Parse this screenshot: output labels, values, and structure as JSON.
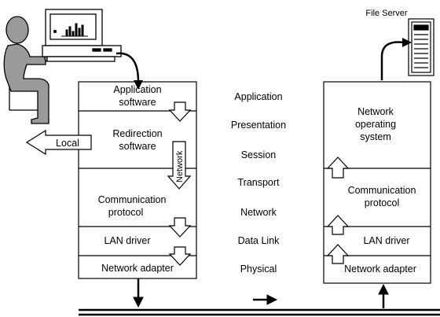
{
  "client_stack": {
    "application": [
      "Application",
      "software"
    ],
    "redirection": [
      "Redirection",
      "software"
    ],
    "communication": [
      "Communication",
      "protocol"
    ],
    "lan_driver": "LAN driver",
    "network_adapter": "Network adapter"
  },
  "local_label": "Local",
  "network_arrow_label": "Network",
  "osi_layers": [
    "Application",
    "Presentation",
    "Session",
    "Transport",
    "Network",
    "Data Link",
    "Physical"
  ],
  "server_stack": {
    "nos": [
      "Network",
      "operating",
      "system"
    ],
    "communication": [
      "Communication",
      "protocol"
    ],
    "lan_driver": "LAN driver",
    "network_adapter": "Network adapter"
  },
  "file_server_label": "File Server"
}
